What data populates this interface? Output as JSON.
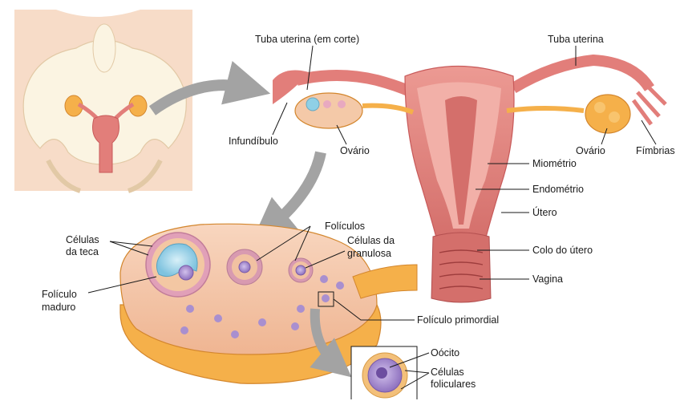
{
  "labels": {
    "tuba_corte": "Tuba uterina (em corte)",
    "tuba_uterina": "Tuba uterina",
    "infundibulo": "Infundíbulo",
    "ovario_left": "Ovário",
    "ovario_right": "Ovário",
    "fimbrias": "Fímbrias",
    "miometrio": "Miométrio",
    "endometrio": "Endométrio",
    "utero": "Útero",
    "colo_utero": "Colo do útero",
    "vagina": "Vagina",
    "celulas_teca_1": "Células",
    "celulas_teca_2": "da teca",
    "foliculos": "Folículos",
    "granulosa_1": "Células da",
    "granulosa_2": "granulosa",
    "foliculo_maduro_1": "Folículo",
    "foliculo_maduro_2": "maduro",
    "foliculo_primordial": "Folículo primordial",
    "oocito": "Oócito",
    "foliculares_1": "Células",
    "foliculares_2": "foliculares"
  },
  "colors": {
    "skin": "#f7dcc8",
    "bone": "#fbf4e2",
    "uterus": "#e27e7a",
    "uterus_dark": "#c85a5a",
    "ovary": "#f4c9a8",
    "ovary_orange": "#f5b04a",
    "follicle_purple": "#a98fcf",
    "arrow_gray": "#a3a3a3"
  }
}
